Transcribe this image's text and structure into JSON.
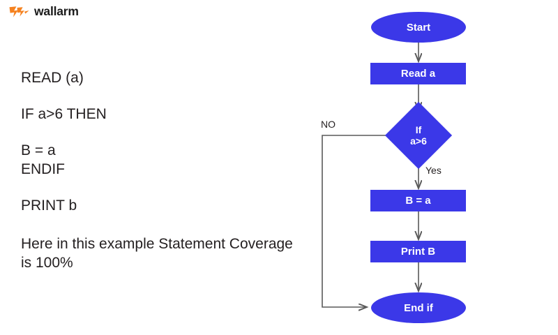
{
  "brand": {
    "name": "wallarm",
    "logo_icon": "wallarm-bolt-logo",
    "logo_color": "#f58220"
  },
  "code_block": {
    "lines": [
      "READ (a)",
      "IF a>6 THEN",
      "B = a",
      "ENDIF",
      "PRINT b"
    ]
  },
  "note": {
    "text": "Here in this example Statement Coverage is 100%"
  },
  "flowchart": {
    "node_fill": "#3b38e8",
    "node_text_color": "#ffffff",
    "connector_color": "#595959",
    "nodes": [
      {
        "id": "start",
        "shape": "ellipse",
        "label": "Start"
      },
      {
        "id": "read",
        "shape": "rect",
        "label": "Read a"
      },
      {
        "id": "if",
        "shape": "diamond",
        "label_line1": "If",
        "label_line2": "a>6"
      },
      {
        "id": "assign",
        "shape": "rect",
        "label": "B = a"
      },
      {
        "id": "print",
        "shape": "rect",
        "label": "Print B"
      },
      {
        "id": "end",
        "shape": "ellipse",
        "label": "End if"
      }
    ],
    "edge_labels": {
      "no": "NO",
      "yes": "Yes"
    }
  }
}
